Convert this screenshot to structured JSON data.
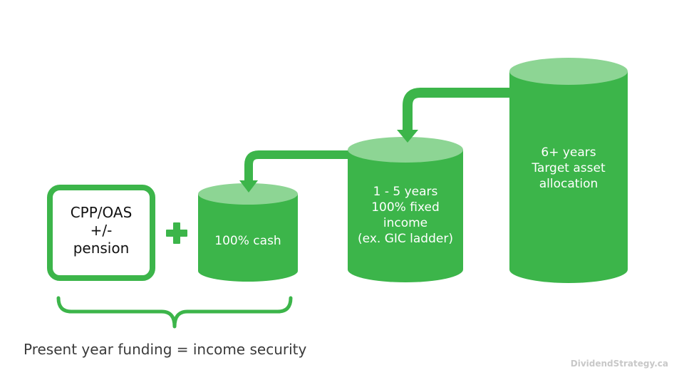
{
  "colors": {
    "green": "#3cb54a",
    "light_green": "#8dd594",
    "text_dark": "#111111",
    "caption": "#3a3a3a",
    "watermark": "#c8c8c8"
  },
  "income_box": {
    "lines": [
      "CPP/OAS",
      "+/-",
      "pension"
    ]
  },
  "plus_symbol": "plus-icon",
  "cylinders": [
    {
      "lines": [
        "100% cash"
      ]
    },
    {
      "lines": [
        "1 - 5 years",
        "100% fixed",
        "income",
        "(ex. GIC ladder)"
      ]
    },
    {
      "lines": [
        "6+ years",
        "Target asset",
        "allocation"
      ]
    }
  ],
  "caption": "Present year funding = income security",
  "watermark": "DividendStrategy.ca"
}
